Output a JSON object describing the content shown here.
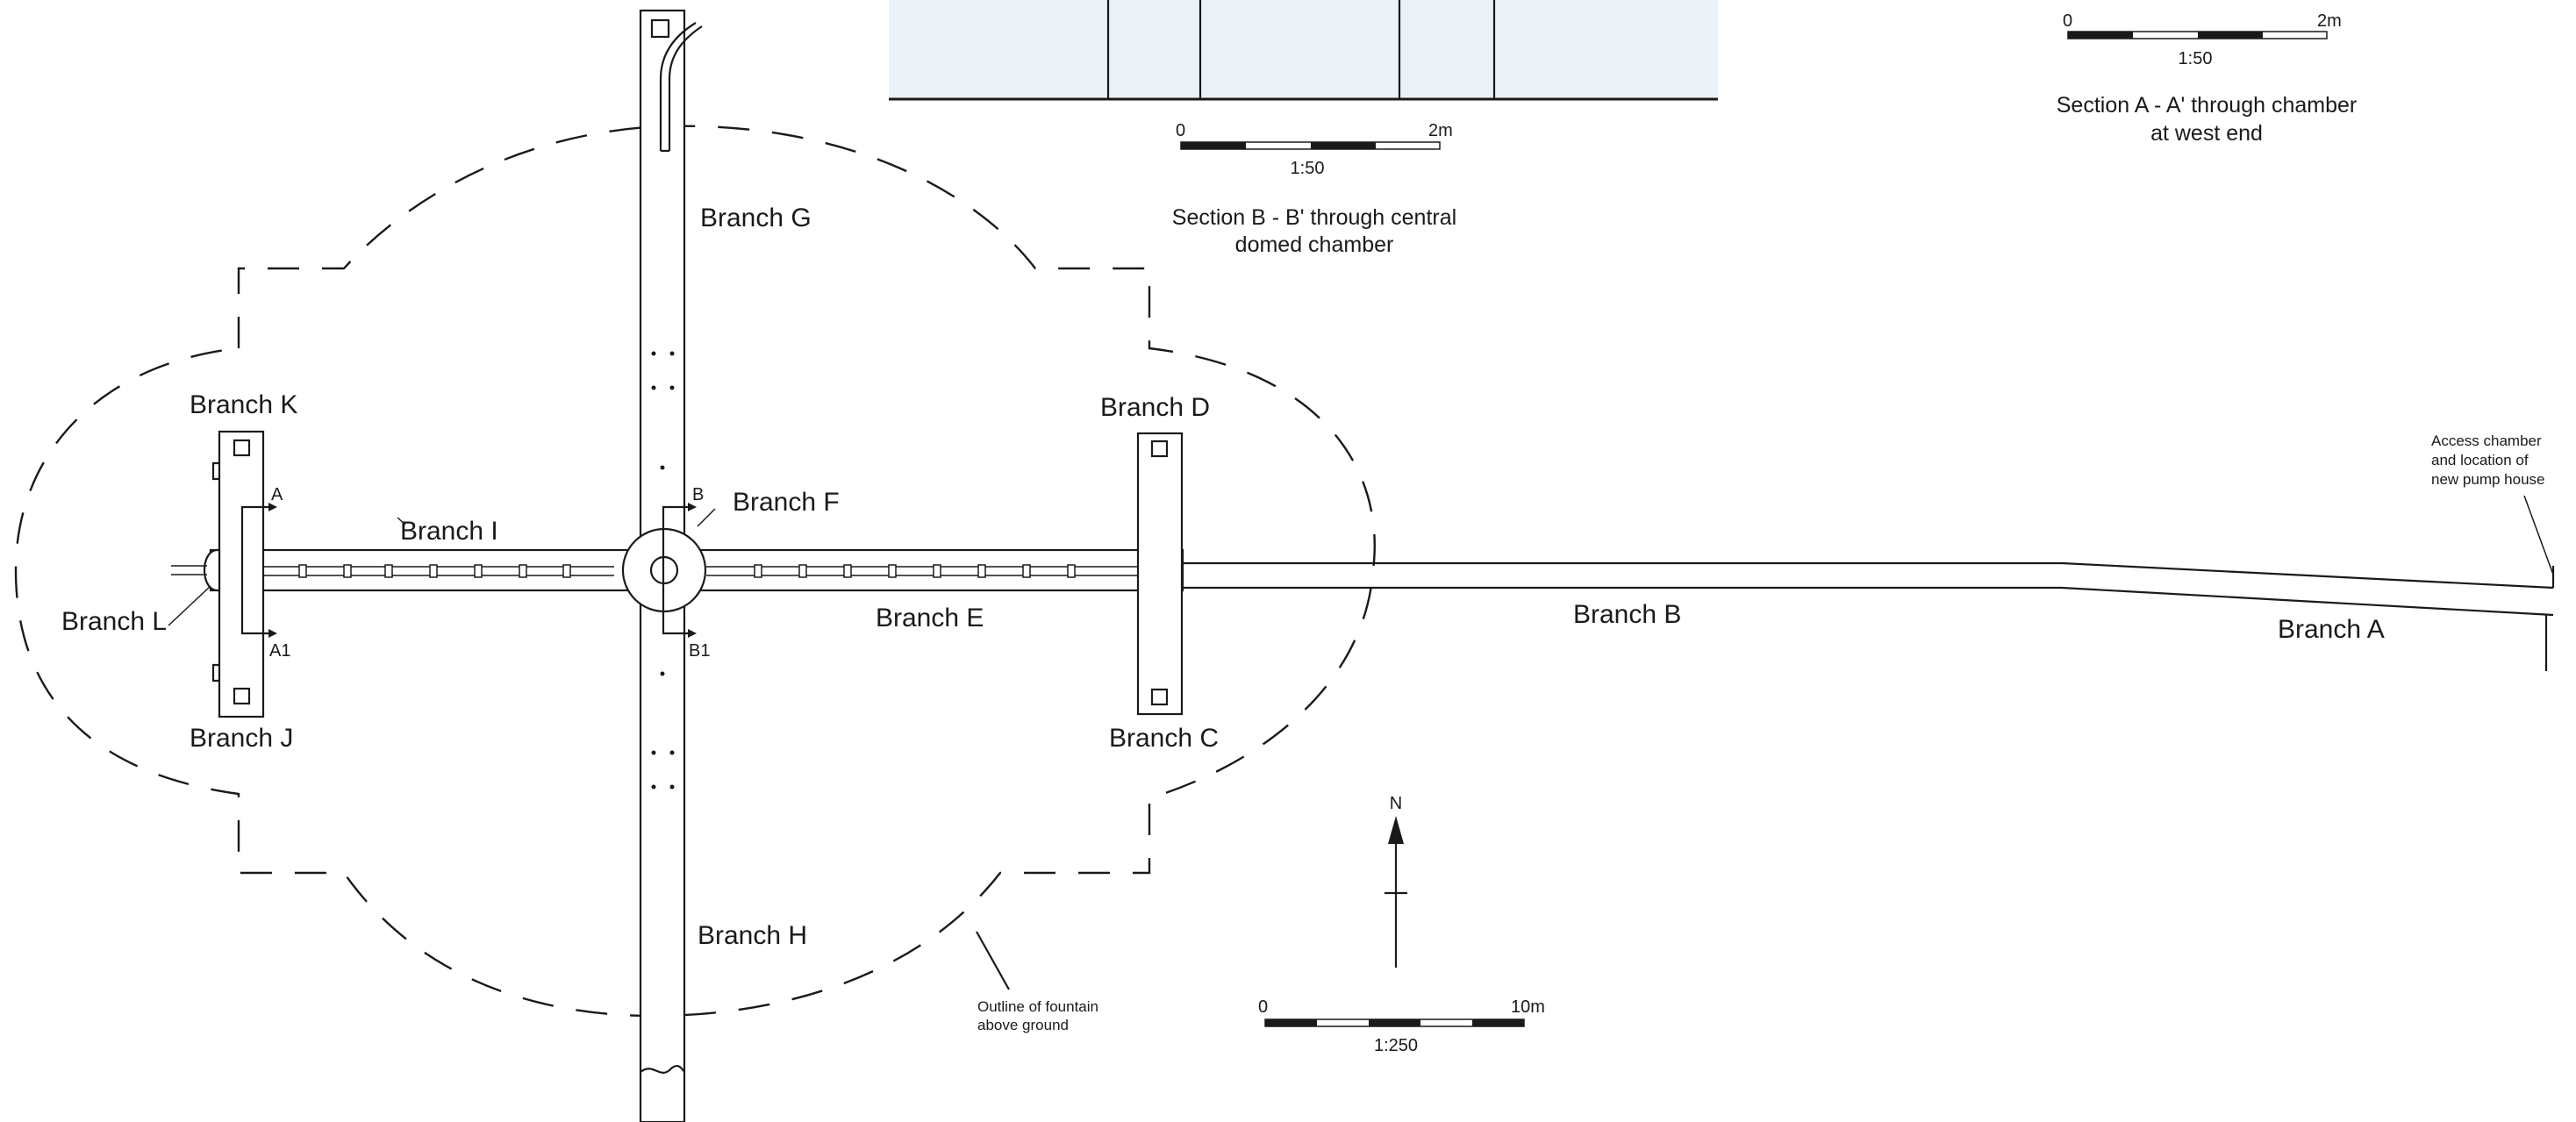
{
  "branches": {
    "a": "Branch A",
    "b": "Branch B",
    "c": "Branch C",
    "d": "Branch D",
    "e": "Branch E",
    "f": "Branch F",
    "g": "Branch G",
    "h": "Branch H",
    "i": "Branch I",
    "j": "Branch J",
    "k": "Branch K",
    "l": "Branch L"
  },
  "section_markers": {
    "a": "A",
    "a1": "A1",
    "b": "B",
    "b1": "B1"
  },
  "annotations": {
    "access_1": "Access chamber",
    "access_2": "and location of",
    "access_3": "new pump house",
    "outline_1": "Outline of fountain",
    "outline_2": "above ground"
  },
  "north_label": "N",
  "section_b": {
    "caption_1": "Section B - B' through central",
    "caption_2": "domed chamber",
    "scale_start": "0",
    "scale_end": "2m",
    "scale_ratio": "1:50"
  },
  "section_a": {
    "caption_1": "Section A - A' through chamber",
    "caption_2": "at west end",
    "scale_start": "0",
    "scale_end": "2m",
    "scale_ratio": "1:50"
  },
  "plan_scale": {
    "scale_start": "0",
    "scale_end": "10m",
    "scale_ratio": "1:250"
  },
  "colors": {
    "line": "#1a1a1a",
    "section_fill": "#eaf2f7",
    "background": "#ffffff"
  }
}
